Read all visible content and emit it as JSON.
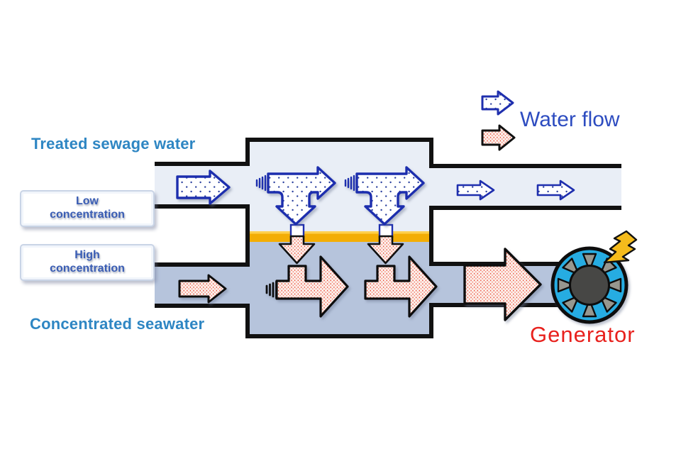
{
  "headings": {
    "top": "Treated sewage water",
    "bottom": "Concentrated seawater"
  },
  "boxes": {
    "low": {
      "line1": "Low",
      "line2": "concentration"
    },
    "high": {
      "line1": "High",
      "line2": "concentration"
    }
  },
  "legend": {
    "label": "Water flow",
    "items": [
      {
        "icon": "fresh-water-arrow-icon",
        "style": "blue-dotted"
      },
      {
        "icon": "seawater-arrow-icon",
        "style": "pink-dotted"
      }
    ]
  },
  "generator": {
    "label": "Generator",
    "icon": "turbine-icon",
    "bolt": "lightning-icon"
  },
  "colors": {
    "fresh_water_fill": "#e9eef6",
    "seawater_fill": "#b6c4dc",
    "membrane_gold": "#f3ad05",
    "arrow_blue_stroke": "#1f2fae",
    "arrow_outline_black": "#111111",
    "pink_dot": "#e84a33",
    "heading_teal": "#2e86c3",
    "box_text_blue": "#3a5db4",
    "water_flow_text": "#2d4cc0",
    "generator_text_red": "#e8211d",
    "turbine_blue": "#27ace2",
    "turbine_hub_gray": "#474744",
    "lightning_yellow": "#f5bb1c"
  }
}
